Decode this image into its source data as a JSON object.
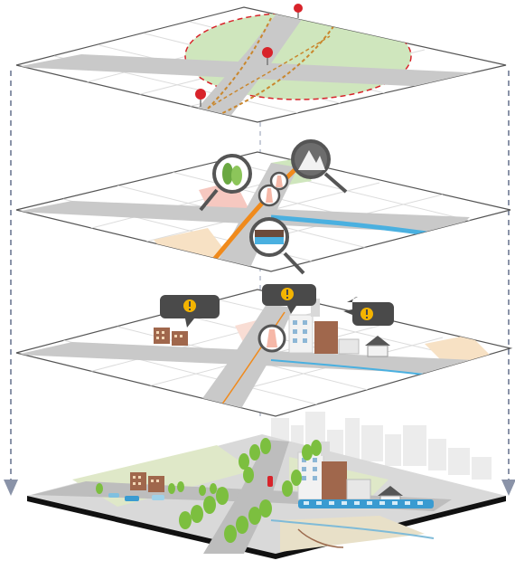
{
  "diagram": {
    "layers": [
      {
        "id": "route-map-layer",
        "pins": 3
      },
      {
        "id": "environment-layer",
        "magnifiers": [
          "tree-icon",
          "mountain-icon",
          "bridge-icon"
        ]
      },
      {
        "id": "urban-impact-layer",
        "alerts": 3
      },
      {
        "id": "3d-city-model-layer"
      }
    ],
    "colors": {
      "road": "#c9c9c9",
      "road_edge": "#b3b3b3",
      "green_zone": "#cfe6bd",
      "route_orange": "#f08a1c",
      "route_dashed": "#c9872e",
      "pin_red": "#d8232a",
      "river_blue": "#4ab0e0",
      "grid": "#d8d8d8",
      "alert_dark": "#4a4a4a",
      "alert_yellow": "#f4b400",
      "arrow": "#8a93a8",
      "ground": "#d9d9d9",
      "base_black": "#111111",
      "building_brown": "#a0674c",
      "train_blue": "#3a9bd1",
      "tree_green": "#7cbf3f",
      "skyline": "#ececec"
    }
  }
}
